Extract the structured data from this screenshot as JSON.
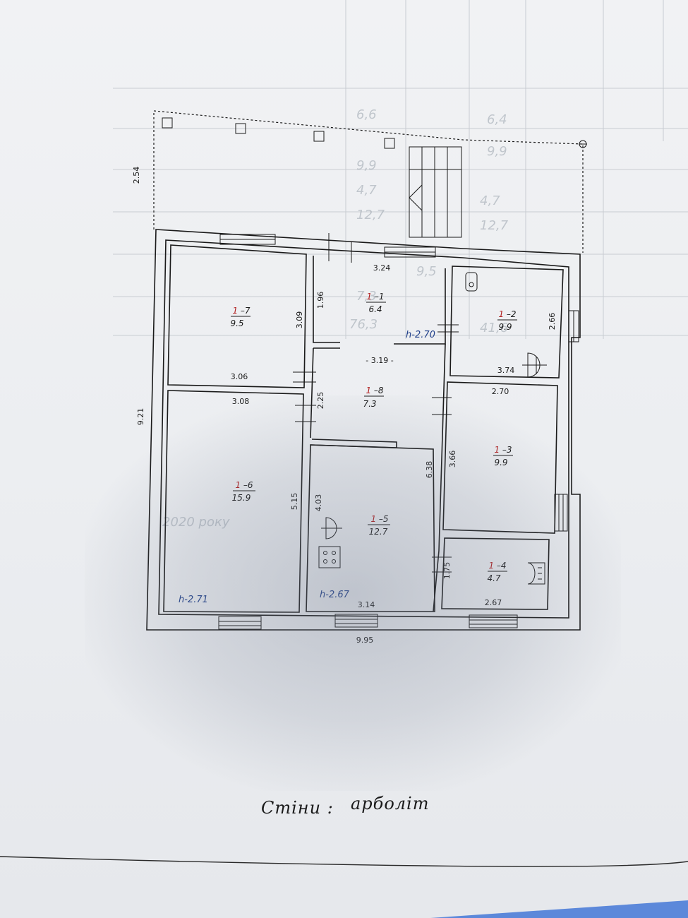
{
  "background_sheet": {
    "ghost_texts": [
      "6,6",
      "9,9",
      "4,7",
      "12,7",
      "9,5",
      "7,3",
      "76,3",
      "6,4",
      "9,9",
      "4,7",
      "12,7",
      "41,6",
      "2020 року"
    ]
  },
  "plan": {
    "overall": {
      "width": "9.95",
      "height": "9.21",
      "terrace_depth": "2.54"
    },
    "rooms": [
      {
        "id_prefix": "1",
        "id_num": "1",
        "area": "6.4",
        "height": "h-2.70"
      },
      {
        "id_prefix": "1",
        "id_num": "2",
        "area": "9.9",
        "height": ""
      },
      {
        "id_prefix": "1",
        "id_num": "3",
        "area": "9.9",
        "height": ""
      },
      {
        "id_prefix": "1",
        "id_num": "4",
        "area": "4.7",
        "height": ""
      },
      {
        "id_prefix": "1",
        "id_num": "5",
        "area": "12.7",
        "height": "h-2.67"
      },
      {
        "id_prefix": "1",
        "id_num": "6",
        "area": "15.9",
        "height": "h-2.71"
      },
      {
        "id_prefix": "1",
        "id_num": "7",
        "area": "9.5",
        "height": ""
      },
      {
        "id_prefix": "1",
        "id_num": "8",
        "area": "7.3",
        "height": ""
      }
    ],
    "dims": {
      "d_3_24": "3.24",
      "d_1_96": "1.96",
      "d_3_09": "3.09",
      "d_3_06": "3.06",
      "d_3_08": "3.08",
      "d_3_19": "- 3.19 -",
      "d_2_25": "2.25",
      "d_5_15": "5.15",
      "d_4_03": "4.03",
      "d_6_38": "6.38",
      "d_3_14": "3.14",
      "d_2_66": "2.66",
      "d_3_74": "3.74",
      "d_2_70": "2.70",
      "d_3_66": "3.66",
      "d_1_75": "1.75",
      "d_2_67": "2.67"
    }
  },
  "footer": {
    "walls_label": "Стіни :",
    "walls_material": "арболіт"
  },
  "colors": {
    "paper": "#eceef1",
    "ink": "#1a1a1a",
    "room_number_red": "#b11d1d",
    "height_blue": "#1f3f8a",
    "tablecloth": "#3a6fd6"
  }
}
